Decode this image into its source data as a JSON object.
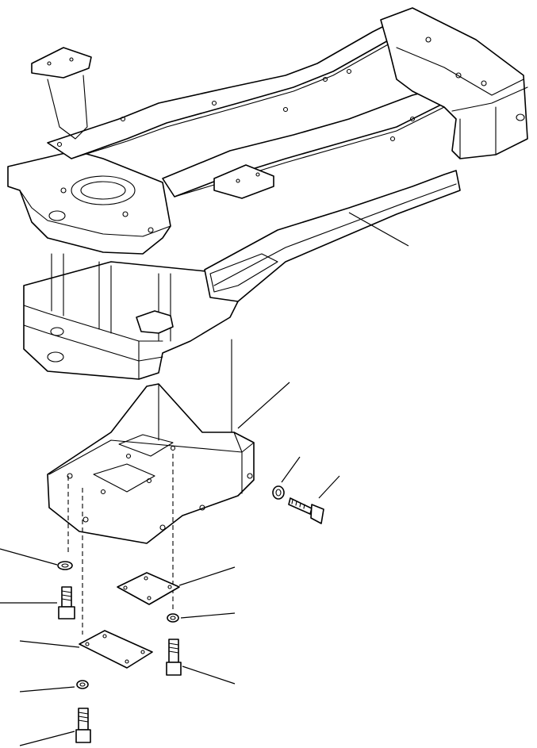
{
  "diagram": {
    "colors": {
      "line": "#000000",
      "background": "#ffffff"
    },
    "parts": [
      "main-frame",
      "under-cover",
      "washer",
      "bolt",
      "cover-plate",
      "access-cover"
    ]
  }
}
